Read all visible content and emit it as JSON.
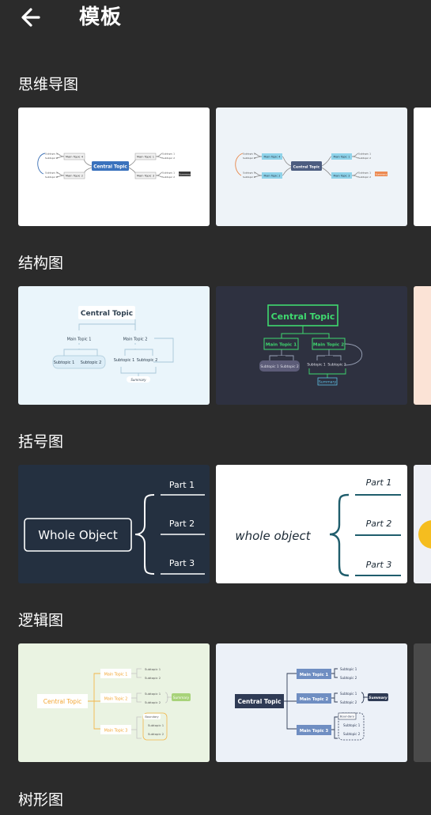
{
  "header": {
    "title": "模板",
    "back_icon": "arrow-left-icon"
  },
  "sections": [
    {
      "title": "思维导图"
    },
    {
      "title": "结构图"
    },
    {
      "title": "括号图"
    },
    {
      "title": "逻辑图"
    },
    {
      "title": "树形图"
    }
  ],
  "mindmap": {
    "central": "Central Topic",
    "main1": "Main Topic 4",
    "main2": "Main Topic 2",
    "main3": "Main Topic 1",
    "main4": "Main Topic 3",
    "subtopic1": "Subtopic 1",
    "subtopic2": "Subtopic 2",
    "summary": "Summary"
  },
  "structure": {
    "central": "Central Topic",
    "main1": "Main Topic 1",
    "main2": "Main Topic 2",
    "subtopic1": "Subtopic 1",
    "subtopic2": "Subtopic 2",
    "summary": "Summary"
  },
  "brace": {
    "whole": "Whole Object",
    "whole_hand": "whole object",
    "part1": "Part 1",
    "part2": "Part 2",
    "part3": "Part 3"
  },
  "logic": {
    "central": "Central Topic",
    "main1": "Main Topic 1",
    "main2": "Main Topic 2",
    "main3": "Main Topic 3",
    "subtopic1": "Subtopic 1",
    "subtopic2": "Subtopic 2",
    "summary": "Summary",
    "boundary": "Boundary"
  }
}
